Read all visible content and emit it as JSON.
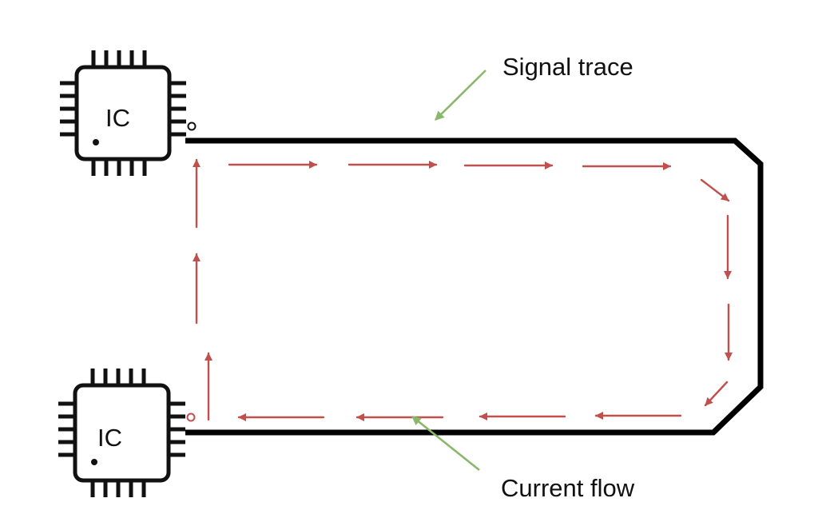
{
  "chips": [
    {
      "label": "IC"
    },
    {
      "label": "IC"
    }
  ],
  "annotations": {
    "signal_trace": "Signal trace",
    "current_flow": "Current flow"
  },
  "colors": {
    "trace": "#000000",
    "current_arrows": "#c0504d",
    "pointer_arrows": "#8ab86a",
    "chip_outline": "#111111"
  }
}
